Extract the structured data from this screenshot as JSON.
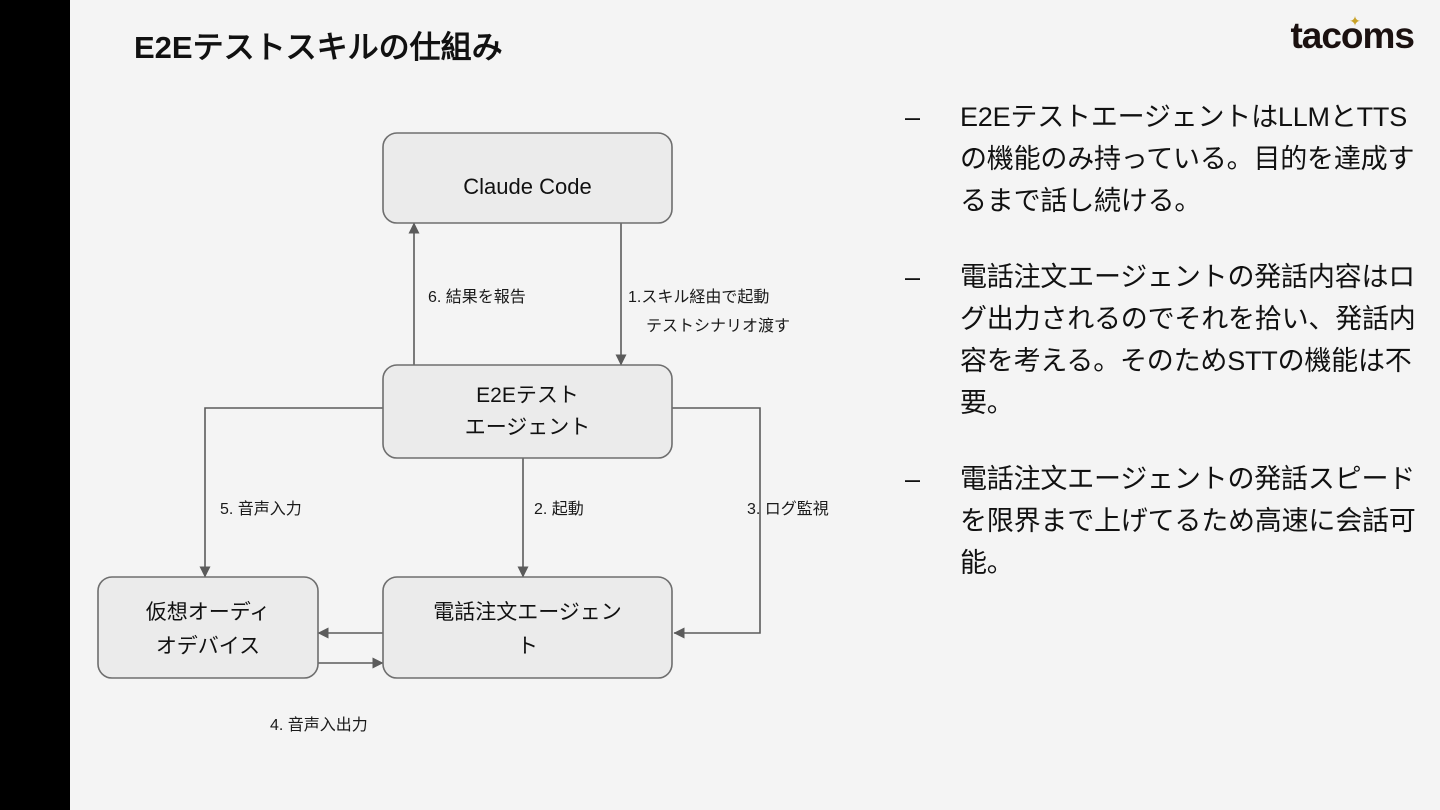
{
  "slide": {
    "title": "E2Eテストスキルの仕組み",
    "background_color": "#f4f4f4",
    "band_color": "#000000"
  },
  "logo": {
    "text": "tacoms",
    "accent_color": "#c9a227",
    "accent_glyph": "✦"
  },
  "diagram": {
    "box_fill": "#ebebeb",
    "box_stroke": "#6e6e6e",
    "edge_stroke": "#5b5b5b",
    "nodes": [
      {
        "id": "claude-code",
        "label_lines": [
          "Claude Code"
        ]
      },
      {
        "id": "e2e-test-agent",
        "label_lines": [
          "E2Eテスト",
          "エージェント"
        ]
      },
      {
        "id": "virtual-audio-device",
        "label_lines": [
          "仮想オーディ",
          "オデバイス"
        ]
      },
      {
        "id": "phone-order-agent",
        "label_lines": [
          "電話注文エージェン",
          "ト"
        ]
      }
    ],
    "edges": [
      {
        "id": "edge-6",
        "label_lines": [
          "6. 結果を報告"
        ],
        "from": "e2e-test-agent",
        "to": "claude-code"
      },
      {
        "id": "edge-1",
        "label_lines": [
          "1.スキル経由で起動",
          "テストシナリオ渡す"
        ],
        "from": "claude-code",
        "to": "e2e-test-agent"
      },
      {
        "id": "edge-5",
        "label_lines": [
          "5. 音声入力"
        ],
        "from": "e2e-test-agent",
        "to": "virtual-audio-device"
      },
      {
        "id": "edge-2",
        "label_lines": [
          "2. 起動"
        ],
        "from": "e2e-test-agent",
        "to": "phone-order-agent"
      },
      {
        "id": "edge-3",
        "label_lines": [
          "3. ログ監視"
        ],
        "from": "e2e-test-agent",
        "to": "phone-order-agent"
      },
      {
        "id": "edge-4",
        "label_lines": [
          "4. 音声入出力"
        ],
        "from": "virtual-audio-device",
        "to": "phone-order-agent"
      }
    ]
  },
  "bullets": {
    "marker": "–",
    "items": [
      {
        "text": "E2EテストエージェントはLLMとTTSの機能のみ持っている。目的を達成するまで話し続ける。"
      },
      {
        "text": "電話注文エージェントの発話内容はログ出力されるのでそれを拾い、発話内容を考える。そのためSTTの機能は不要。"
      },
      {
        "text": "電話注文エージェントの発話スピードを限界まで上げてるため高速に会話可能。"
      }
    ]
  }
}
